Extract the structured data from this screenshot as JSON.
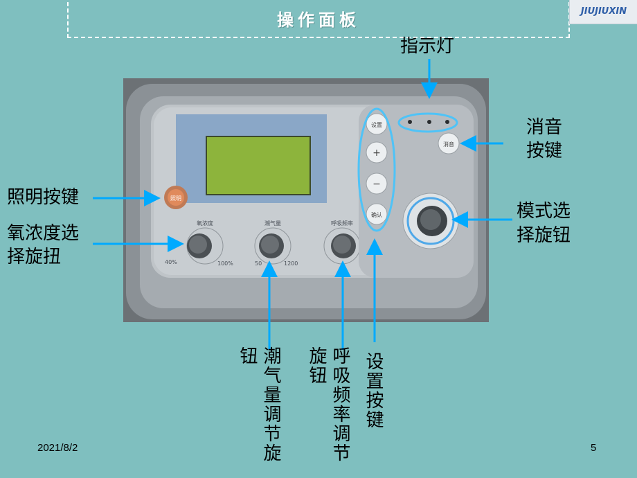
{
  "slide": {
    "title": "操作面板",
    "logo_text": "JIUJIUXIN",
    "date": "2021/8/2",
    "page_number": "5"
  },
  "panel": {
    "buttons": {
      "settings": "设置",
      "plus": "+",
      "minus": "−",
      "confirm": "确认",
      "mute": "消音",
      "light": "照明"
    },
    "knob_labels": {
      "oxygen": "氧浓度",
      "tidal": "潮气量",
      "rate": "呼吸频率"
    },
    "scale": {
      "o2_low": "40%",
      "o2_high": "100%",
      "tidal_low": "50",
      "tidal_high": "1200"
    }
  },
  "callouts": {
    "indicator": "指示灯",
    "mute_line1": "消音",
    "mute_line2": "按键",
    "light": "照明按键",
    "oxygen_line1": "氧浓度选",
    "oxygen_line2": "择旋扭",
    "mode_line1": "模式选",
    "mode_line2": "择旋钮",
    "tidal": "潮气量调节旋钮",
    "rate": "呼吸频率调节旋钮",
    "settings": "设置按键"
  },
  "colors": {
    "background": "#7fbfbf",
    "arrow": "#00aaff",
    "highlight": "#4fc3f7"
  }
}
